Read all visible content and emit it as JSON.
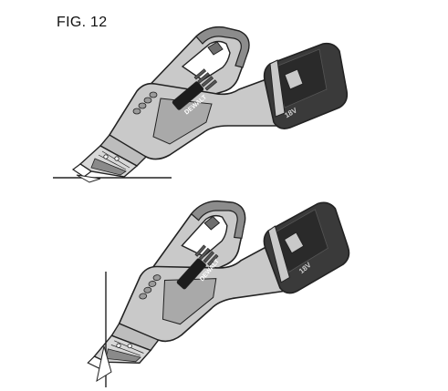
{
  "figure": {
    "label": "FIG. 12"
  },
  "tool_top": {
    "brand": "DEWALT",
    "voltage": "18V"
  },
  "tool_bottom": {
    "brand": "DEWALT",
    "voltage": "18V"
  },
  "colors": {
    "body_light": "#c9c9c9",
    "body_mid": "#a9a9a9",
    "body_dark": "#6e6e6e",
    "battery": "#3a3a3a",
    "outline": "#222222"
  }
}
